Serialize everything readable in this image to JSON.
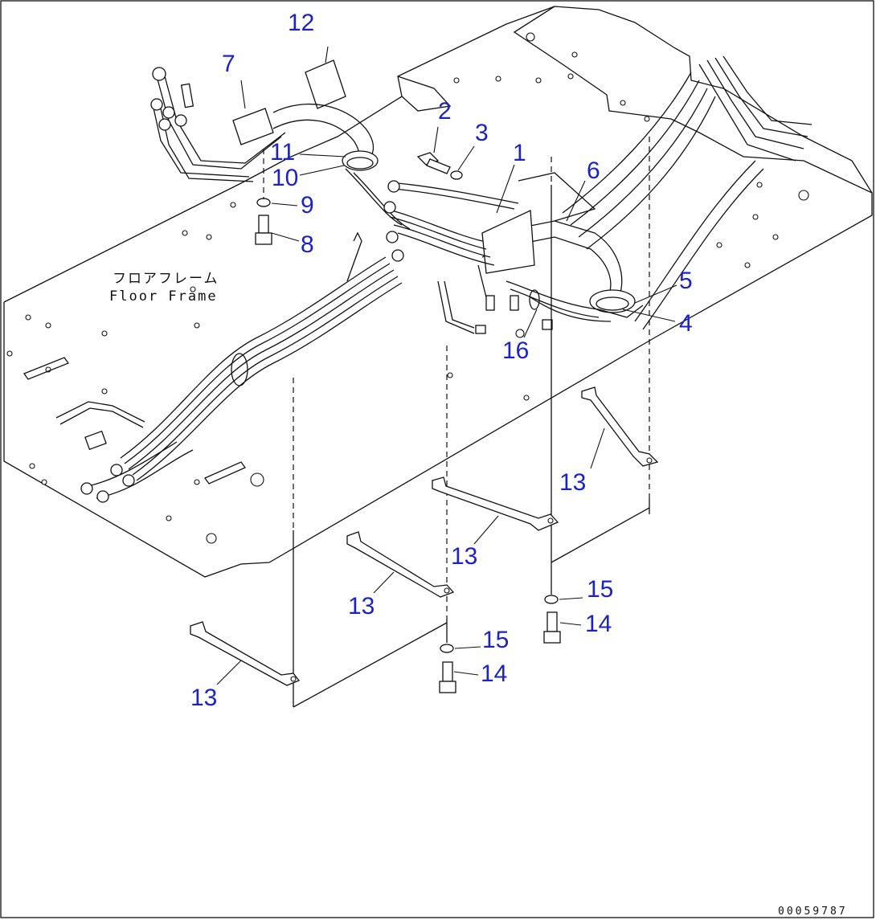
{
  "diagram": {
    "frame_label_jp": "フロアフレーム",
    "frame_label_en": "Floor Frame",
    "reference_code": "00059787",
    "callouts": [
      {
        "id": "c1",
        "text": "1"
      },
      {
        "id": "c2",
        "text": "2"
      },
      {
        "id": "c3",
        "text": "3"
      },
      {
        "id": "c4",
        "text": "4"
      },
      {
        "id": "c5",
        "text": "5"
      },
      {
        "id": "c6",
        "text": "6"
      },
      {
        "id": "c7",
        "text": "7"
      },
      {
        "id": "c8",
        "text": "8"
      },
      {
        "id": "c9",
        "text": "9"
      },
      {
        "id": "c10",
        "text": "10"
      },
      {
        "id": "c11",
        "text": "11"
      },
      {
        "id": "c12",
        "text": "12"
      },
      {
        "id": "c13a",
        "text": "13"
      },
      {
        "id": "c13b",
        "text": "13"
      },
      {
        "id": "c13c",
        "text": "13"
      },
      {
        "id": "c13d",
        "text": "13"
      },
      {
        "id": "c14a",
        "text": "14"
      },
      {
        "id": "c14b",
        "text": "14"
      },
      {
        "id": "c15a",
        "text": "15"
      },
      {
        "id": "c15b",
        "text": "15"
      },
      {
        "id": "c16",
        "text": "16"
      }
    ],
    "colors": {
      "callout": "#1a22c8",
      "line": "#111111",
      "background": "#ffffff"
    }
  }
}
